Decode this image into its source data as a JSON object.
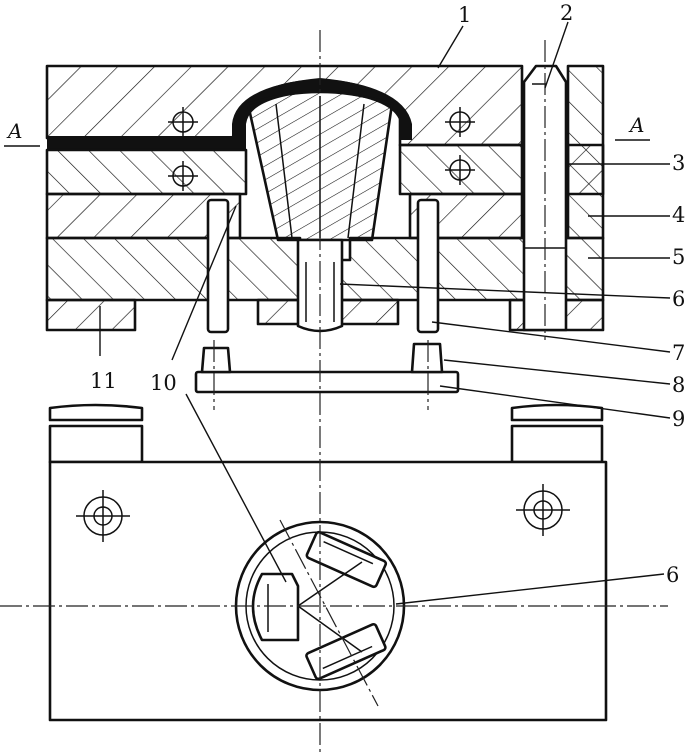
{
  "section_marks": {
    "left": "A",
    "right": "A"
  },
  "callouts": [
    {
      "id": "c1",
      "text": "1"
    },
    {
      "id": "c2",
      "text": "2"
    },
    {
      "id": "c3",
      "text": "3"
    },
    {
      "id": "c4",
      "text": "4"
    },
    {
      "id": "c5",
      "text": "5"
    },
    {
      "id": "c6",
      "text": "6"
    },
    {
      "id": "c7",
      "text": "7"
    },
    {
      "id": "c8",
      "text": "8"
    },
    {
      "id": "c9",
      "text": "9"
    },
    {
      "id": "c10",
      "text": "10"
    },
    {
      "id": "c11",
      "text": "11"
    },
    {
      "id": "c6b",
      "text": "6"
    }
  ]
}
